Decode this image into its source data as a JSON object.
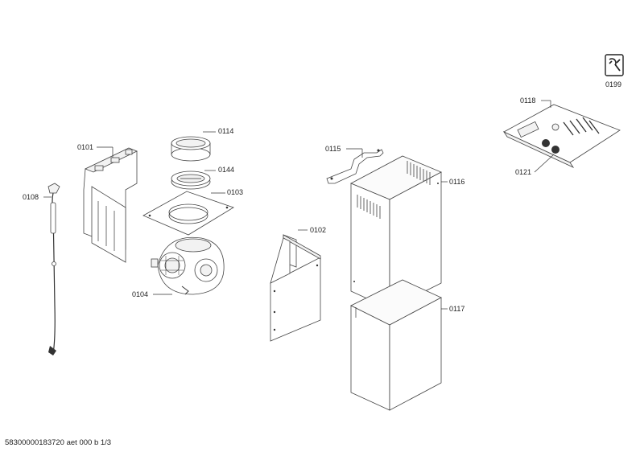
{
  "labels": {
    "p0101": "0101",
    "p0102": "0102",
    "p0103": "0103",
    "p0104": "0104",
    "p0108": "0108",
    "p0114": "0114",
    "p0115": "0115",
    "p0116": "0116",
    "p0117": "0117",
    "p0118": "0118",
    "p0121": "0121",
    "p0144": "0144",
    "p0199": "0199"
  },
  "footer": "58300000183720 aet 000 b 1/3",
  "icons": {
    "service_manual": "wrench-document-icon"
  }
}
